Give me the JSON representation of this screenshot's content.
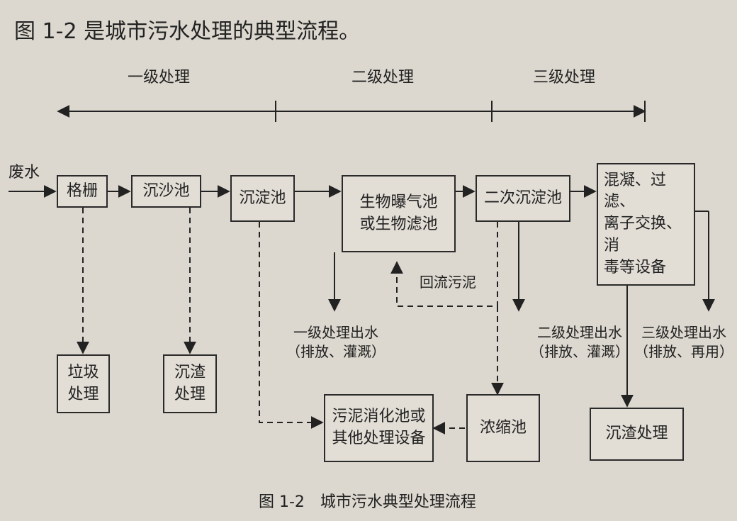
{
  "heading": "图 1-2 是城市污水处理的典型流程。",
  "stages": [
    "一级处理",
    "二级处理",
    "三级处理"
  ],
  "input_label": "废水",
  "boxes": {
    "grille": "格栅",
    "grit": "沉沙池",
    "sediment": "沉淀池",
    "bio": "生物曝气池\n或生物滤池",
    "secondary": "二次沉淀池",
    "advanced": "混凝、过滤、\n离子交换、消\n毒等设备",
    "garbage": "垃圾\n处理",
    "residue": "沉渣\n处理",
    "digester": "污泥消化池或\n其他处理设备",
    "thickener": "浓缩池",
    "residue3": "沉渣处理"
  },
  "labels": {
    "return_sludge": "回流污泥",
    "primary_out": "一级处理出水\n（排放、灌溉）",
    "secondary_out": "二级处理出水\n（排放、灌溉）",
    "tertiary_out": "三级处理出水\n（排放、再用）"
  },
  "caption": "图 1-2　城市污水典型处理流程"
}
